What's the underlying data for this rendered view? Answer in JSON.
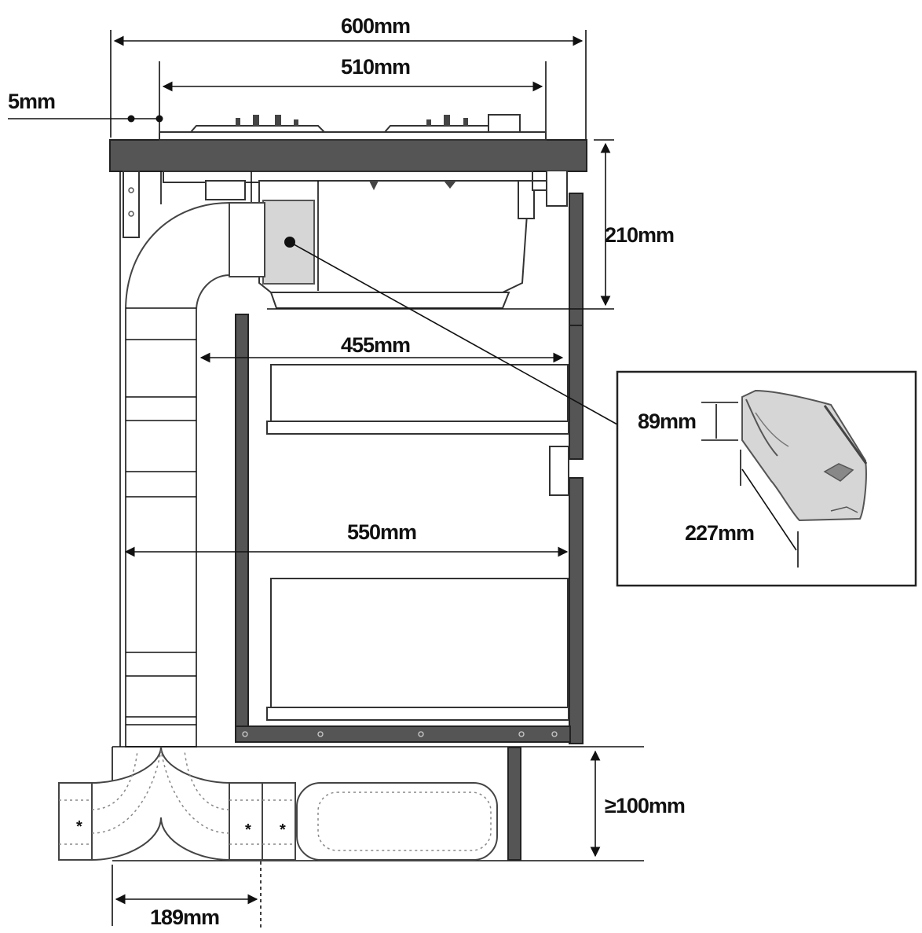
{
  "colors": {
    "line": "#111111",
    "panel": "#555555",
    "duct_fill": "#d6d6d6"
  },
  "dimensions": {
    "width_600": "600mm",
    "width_510": "510mm",
    "gap_5": "5mm",
    "height_210": "210mm",
    "depth_455": "455mm",
    "depth_550": "550mm",
    "plinth_100": "≥100mm",
    "offset_189": "189mm"
  },
  "duct_inset": {
    "height_89": "89mm",
    "length_227": "227mm"
  },
  "markers": {
    "asterisk": "*"
  }
}
